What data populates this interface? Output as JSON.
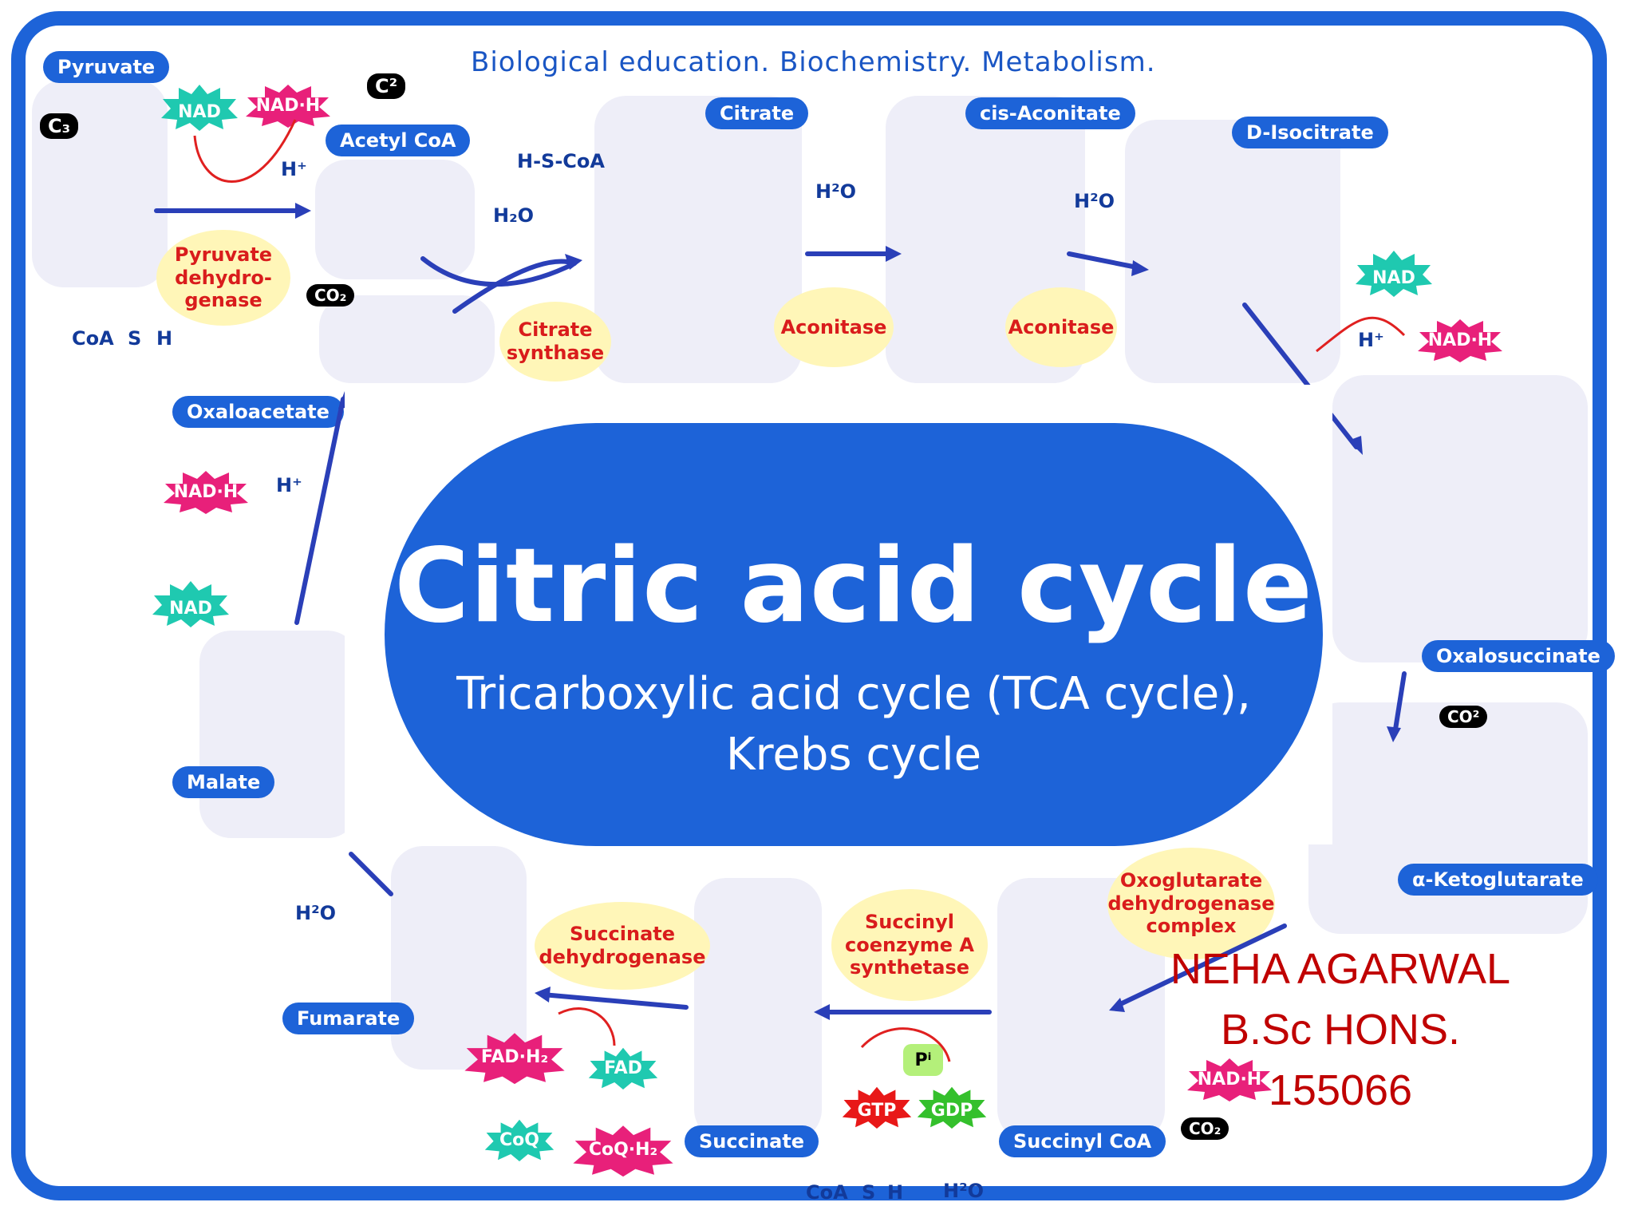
{
  "header": "Biological education. Biochemistry. Metabolism.",
  "title": "Citric acid cycle",
  "subtitle_line1": "Tricarboxylic acid cycle (TCA cycle),",
  "subtitle_line2": "Krebs cycle",
  "author": {
    "name": "NEHA AGARWAL",
    "degree": "B.Sc HONS.",
    "id": "155066"
  },
  "metabolites": {
    "pyruvate": "Pyruvate",
    "acetyl_coa": "Acetyl CoA",
    "citrate": "Citrate",
    "cis_aconitate": "cis-Aconitate",
    "d_isocitrate": "D-Isocitrate",
    "oxalosuccinate": "Oxalosuccinate",
    "alpha_ketoglutarate": "α-Ketoglutarate",
    "succinyl_coa": "Succinyl CoA",
    "succinate": "Succinate",
    "fumarate": "Fumarate",
    "malate": "Malate",
    "oxaloacetate": "Oxaloacetate"
  },
  "enzymes": {
    "pyruvate_dh": "Pyruvate\ndehydro-\ngenase",
    "citrate_synthase": "Citrate\nsynthase",
    "aconitase_1": "Aconitase",
    "aconitase_2": "Aconitase",
    "oxoglutarate_dh": "Oxoglutarate\ndehydrogenase\ncomplex",
    "succinyl_coa_synthetase": "Succinyl\ncoenzyme A\nsynthetase",
    "succinate_dh": "Succinate\ndehydrogenase"
  },
  "cofactors": {
    "nad": "NAD",
    "nadh": "NAD·H",
    "h_plus": "H⁺",
    "h2o": "H²O",
    "h2o_alt": "H₂O",
    "co2": "CO₂",
    "co2_alt": "CO²",
    "hs_coa": "H-S-CoA",
    "coa": "CoA",
    "s": "S",
    "h": "H",
    "fad": "FAD",
    "fadh2": "FAD·H₂",
    "coq": "CoQ",
    "coqh2": "CoQ·H₂",
    "gtp": "GTP",
    "gdp": "GDP",
    "pi": "Pⁱ",
    "c3": "C₃",
    "c2": "C²"
  },
  "colors": {
    "blue": "#1d63d8",
    "red": "#c00000",
    "enzyme_bg": "#fff6b8",
    "nad_teal": "#1fc9b0",
    "nadh_pink": "#e8207a"
  }
}
